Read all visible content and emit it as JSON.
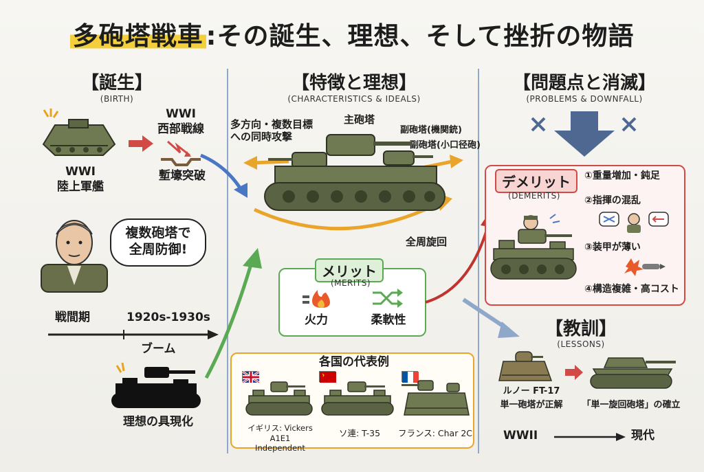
{
  "title": {
    "highlight": "多砲塔戦車",
    "rest": ":その誕生、理想、そして挫折の物語"
  },
  "birth": {
    "heading": "【誕生】",
    "sub": "(BIRTH)",
    "tank_label_1": "WWI",
    "tank_label_2": "陸上軍艦",
    "front_label_1": "WWI",
    "front_label_2": "西部戦線",
    "breakthrough": "塹壕突破",
    "bubble": "複数砲塔で\n全周防御!",
    "interwar": "戦間期",
    "years": "1920s-1930s",
    "boom": "ブーム",
    "embodiment": "理想の具現化"
  },
  "ideals": {
    "heading": "【特徴と理想】",
    "sub": "(CHARACTERISTICS & IDEALS)",
    "multi_attack": "多方向・複数目標\nへの同時攻撃",
    "main_turret": "主砲塔",
    "sub_turret_1": "副砲塔(機関銃)",
    "sub_turret_2": "副砲塔(小口径砲)",
    "rotation": "全周旋回",
    "merits_label": "メリット",
    "merits_sub": "(MERITS)",
    "merit_1": "火力",
    "merit_2": "柔軟性",
    "examples_title": "各国の代表例",
    "examples": [
      {
        "label": "イギリス: Vickers A1E1\nIndependent",
        "flag": "uk"
      },
      {
        "label": "ソ連: T-35",
        "flag": "ussr"
      },
      {
        "label": "フランス: Char 2C",
        "flag": "fr"
      }
    ]
  },
  "problems": {
    "heading": "【問題点と消滅】",
    "sub": "(PROBLEMS & DOWNFALL)",
    "demerits_label": "デメリット",
    "demerits_sub": "(DEMERITS)",
    "items": [
      "①重量増加・鈍足",
      "②指揮の混乱",
      "③装甲が薄い",
      "④構造複雑・高コスト"
    ],
    "lessons_heading": "【教訓】",
    "lessons_sub": "(LESSONS)",
    "ft17_1": "ルノー FT-17",
    "ft17_2": "単一砲塔が正解",
    "single_turret": "「単一旋回砲塔」の確立",
    "wwii": "WWII",
    "modern": "現代"
  },
  "colors": {
    "highlight": "#f2cf3b",
    "red": "#d24a46",
    "green": "#5aa953",
    "orange": "#e9a52b",
    "blue_arrow": "#4a77c4",
    "tank": "#6f7a52"
  }
}
